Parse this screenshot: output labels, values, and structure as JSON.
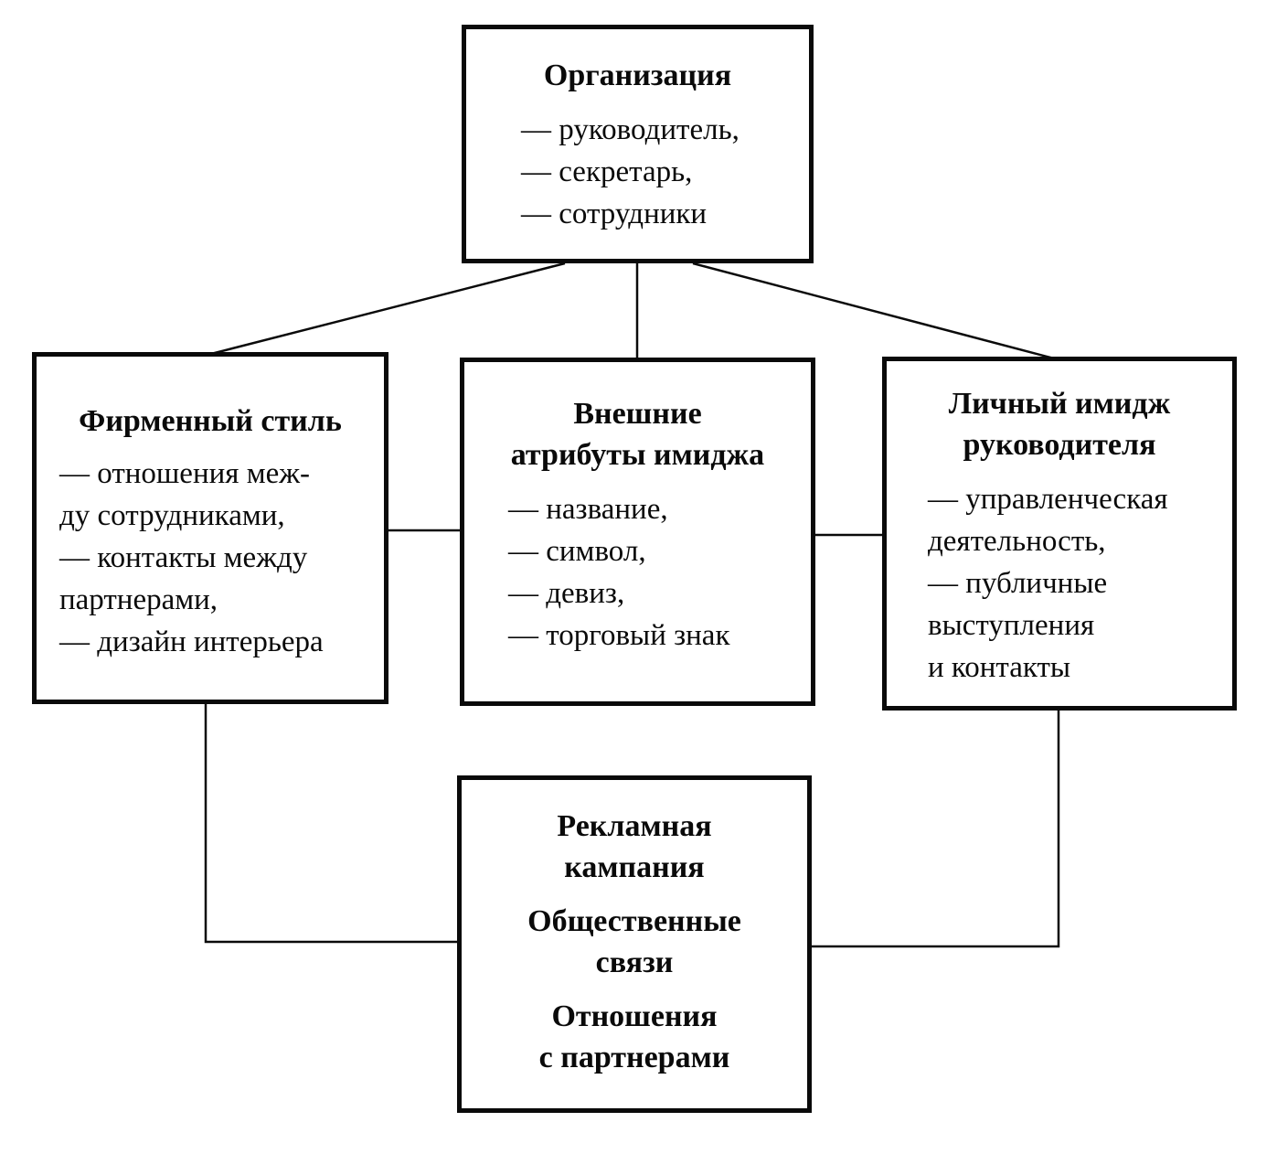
{
  "background": "#ffffff",
  "ink": "#0a0a0a",
  "boxes": {
    "organization": {
      "title_lines": [
        "Организация"
      ],
      "items": [
        "— руководитель,",
        "— секретарь,",
        "— сотрудники"
      ]
    },
    "corporate_style": {
      "title_lines": [
        "Фирменный стиль"
      ],
      "items": [
        "— отношения меж-",
        "ду сотрудниками,",
        "— контакты между",
        "партнерами,",
        "— дизайн интерьера"
      ]
    },
    "external_attributes": {
      "title_lines": [
        "Внешние",
        "атрибуты имиджа"
      ],
      "items": [
        "— название,",
        "— символ,",
        "— девиз,",
        "— торговый знак"
      ]
    },
    "personal_image": {
      "title_lines": [
        "Личный имидж",
        "руководителя"
      ],
      "items": [
        "— управленческая",
        "деятельность,",
        "— публичные",
        "выступления",
        "и контакты"
      ]
    },
    "communications": {
      "block_1_lines": [
        "Рекламная",
        "кампания"
      ],
      "block_2_lines": [
        "Общественные",
        "связи"
      ],
      "block_3_lines": [
        "Отношения",
        "с партнерами"
      ]
    }
  }
}
